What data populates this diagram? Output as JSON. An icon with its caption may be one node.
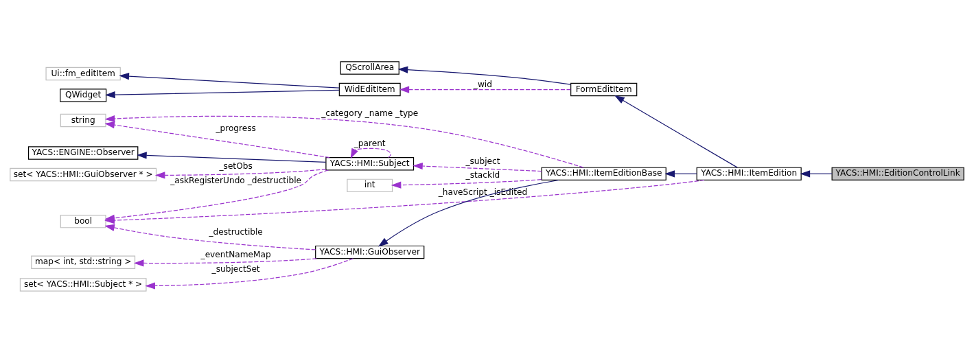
{
  "diagram": {
    "nodes": [
      {
        "text": [
          "QWidget"
        ]
      },
      {
        "text": [
          "QScrollArea"
        ]
      },
      {
        "text": [
          "Ui::fm_editItem"
        ]
      },
      {
        "text": [
          "WidEditItem"
        ]
      },
      {
        "text": [
          "FormEditItem"
        ]
      },
      {
        "text": [
          "map< int, std::string >"
        ]
      },
      {
        "text": [
          "set< YACS::HMI::Subject * >"
        ]
      },
      {
        "text": [
          "YACS::HMI::GuiObserver"
        ]
      },
      {
        "text": [
          "bool"
        ]
      },
      {
        "text": [
          "YACS::HMI::ItemEdition"
        ]
      },
      {
        "text": [
          "YACS::HMI::EditionControlLink"
        ]
      },
      {
        "text": [
          "string"
        ]
      },
      {
        "text": [
          "YACS::HMI::ItemEditionBase"
        ]
      },
      {
        "text": [
          "YACS::ENGINE::Observer"
        ]
      },
      {
        "text": [
          "YACS::HMI::Subject"
        ]
      },
      {
        "text": [
          "set< YACS::HMI::GuiObserver * >"
        ]
      },
      {
        "text": [
          "int"
        ]
      }
    ],
    "edges": [
      {
        "from": 3,
        "to": 0,
        "arrow": "to",
        "color": "#191970"
      },
      {
        "from": 3,
        "to": 2,
        "arrow": "to",
        "color": "#191970"
      },
      {
        "from": 4,
        "to": 1,
        "arrow": "to",
        "color": "#191970"
      },
      {
        "from": 4,
        "to": 3,
        "arrow": "to",
        "label": "_wid",
        "style": "dashed"
      },
      {
        "from": 9,
        "to": 4,
        "arrow": "to",
        "color": "#191970"
      },
      {
        "from": 10,
        "to": 9,
        "arrow": "to",
        "color": "#191970"
      },
      {
        "from": 7,
        "to": 5,
        "arrow": "to",
        "label": "_eventNameMap",
        "style": "dashed"
      },
      {
        "from": 7,
        "to": 6,
        "arrow": "to",
        "label": "_subjectSet",
        "style": "dashed"
      },
      {
        "from": 7,
        "to": 8,
        "arrow": "to",
        "label": "_destructible",
        "style": "dashed"
      },
      {
        "from": 12,
        "to": 7,
        "arrow": "to",
        "color": "#191970"
      },
      {
        "from": 9,
        "to": 8,
        "arrow": "to",
        "label": "_haveScript _isEdited",
        "style": "dashed"
      },
      {
        "from": 9,
        "to": 12,
        "arrow": "to",
        "color": "#191970"
      },
      {
        "from": 14,
        "to": 8,
        "arrow": "to",
        "label": "_askRegisterUndo _destructible",
        "style": "dashed"
      },
      {
        "from": 12,
        "to": 11,
        "arrow": "to",
        "label": "_category _name _type",
        "style": "dashed"
      },
      {
        "from": 14,
        "to": 11,
        "arrow": "to",
        "label": "_progress",
        "style": "dashed"
      },
      {
        "from": 12,
        "to": 14,
        "arrow": "to",
        "label": "_subject",
        "style": "dashed"
      },
      {
        "from": 14,
        "to": 14,
        "arrow": "to",
        "label": "_parent",
        "style": "dashed"
      },
      {
        "from": 12,
        "to": 16,
        "arrow": "to",
        "label": "_stackId",
        "style": "dashed"
      },
      {
        "from": 14,
        "to": 13,
        "arrow": "to",
        "color": "#191970"
      },
      {
        "from": 14,
        "to": 15,
        "arrow": "to",
        "label": "_setObs",
        "style": "dashed"
      }
    ]
  }
}
